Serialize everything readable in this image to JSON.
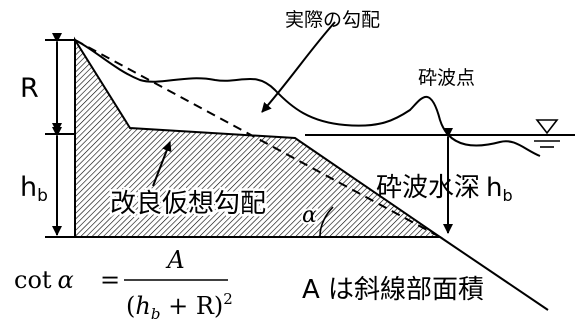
{
  "labels": {
    "actual_slope": "実際の勾配",
    "breaking_point": "砕波点",
    "improved_slope": "改良仮想勾配",
    "breaking_depth_text": "砕波水深",
    "hb_letter": "h",
    "hb_sub": "b",
    "R": "R",
    "alpha": "α",
    "hatched_note": "A は斜線部面積"
  },
  "formula": {
    "lhs": "cot",
    "alpha": "α",
    "equals": "=",
    "numerator": "A",
    "den_open": "(",
    "den_h": "h",
    "den_b": "b",
    "den_plus": " + R)",
    "den_power": "2"
  }
}
